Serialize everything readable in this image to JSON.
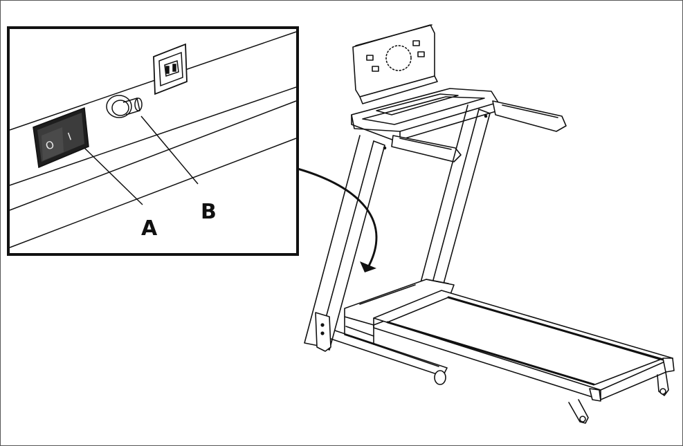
{
  "callouts": [
    {
      "id": "A",
      "label": "A"
    },
    {
      "id": "B",
      "label": "B"
    }
  ],
  "power_switch": {
    "off_symbol": "O",
    "on_symbol": "I"
  },
  "colors": {
    "line": "#111111",
    "switch_body": "#2e2e2e",
    "frame": "#555555"
  }
}
